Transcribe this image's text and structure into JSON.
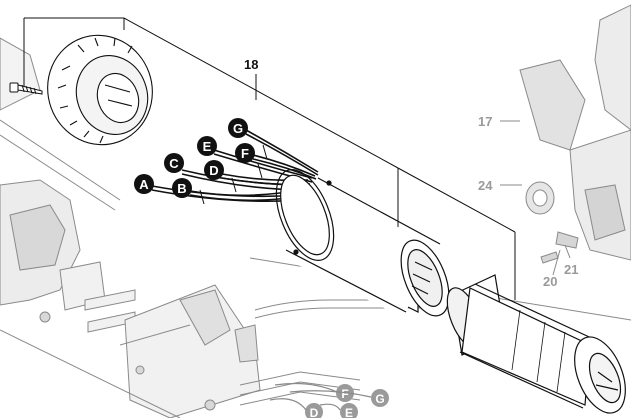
{
  "diagram": {
    "callouts": {
      "main": "18",
      "gray": [
        "17",
        "24",
        "21",
        "20"
      ]
    },
    "wire_tags": {
      "upper": [
        "A",
        "B",
        "C",
        "D",
        "E",
        "F",
        "G"
      ],
      "lower": [
        "D",
        "E",
        "F",
        "G"
      ]
    },
    "colors": {
      "line": "#111111",
      "gray_line": "#8a8a8a",
      "gray_fill": "#dcdcdc",
      "tag_fill": "#111111",
      "tag_text": "#ffffff",
      "gray_tag_fill": "#9a9a9a"
    }
  }
}
